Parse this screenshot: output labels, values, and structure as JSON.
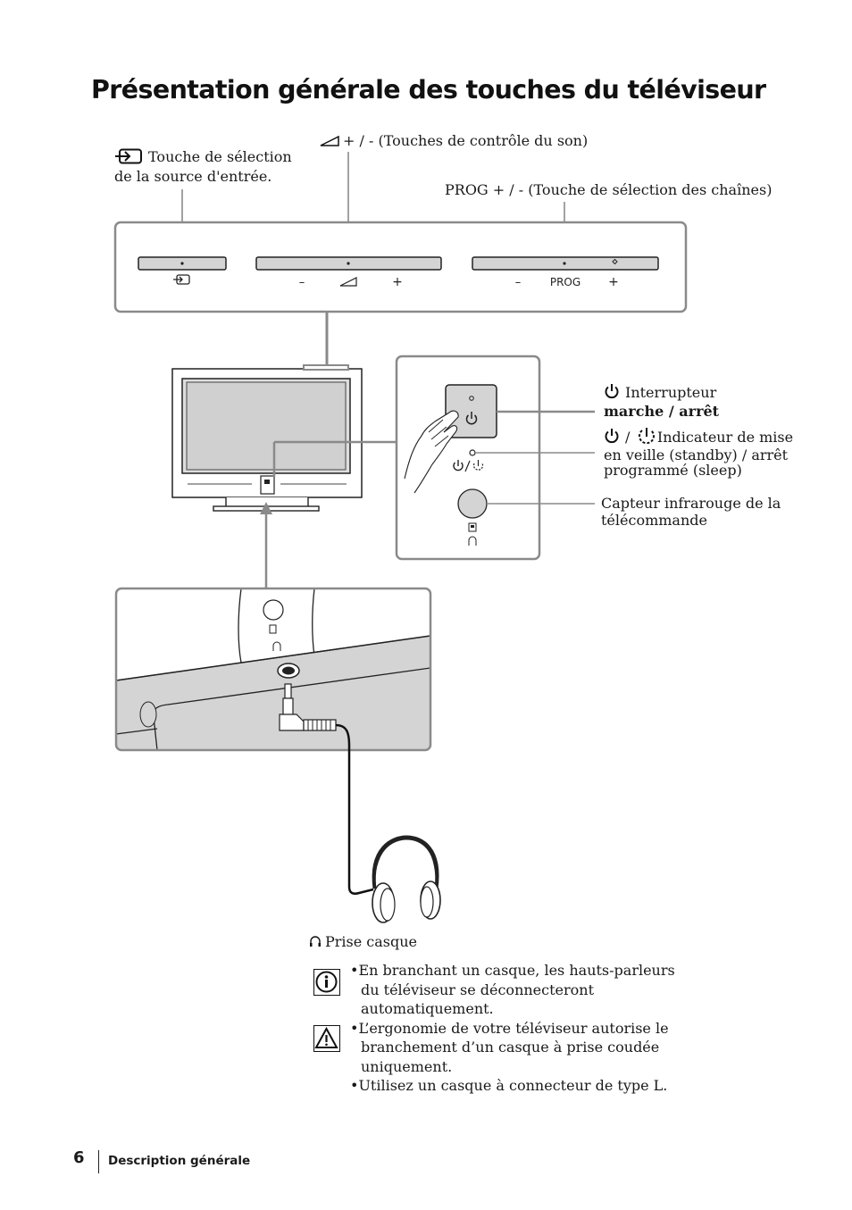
{
  "page": {
    "title": "Présentation générale des touches du téléviseur",
    "number": "6",
    "section": "Description générale"
  },
  "callouts": {
    "input_line1": "Touche de sélection",
    "input_line2": "de la source d'entrée.",
    "volume": "+ / - (Touches de contrôle du son)",
    "prog": "PROG + / - (Touche de sélection des chaînes)",
    "power_line1": "Interrupteur",
    "power_line2": "marche / arrêt",
    "standby_line1": "/      Indicateur de mise",
    "standby_line2": "en veille (standby) / arrêt",
    "standby_line3": "programmé (sleep)",
    "ir_line1": "Capteur infrarouge de la",
    "ir_line2": "télécommande",
    "headphones": "Prise casque"
  },
  "panel": {
    "minus": "–",
    "plus": "+",
    "prog": "PROG"
  },
  "notes": {
    "info": "En branchant un casque, les hauts-parleurs du téléviseur se déconnecteront automatiquement.",
    "warning": "L’ergonomie de votre téléviseur autorise le branchement d’un casque à prise coudée uniquement.",
    "extra": "Utilisez un casque à connecteur de type L."
  },
  "icons": [
    "input-select-icon",
    "volume-icon",
    "power-icon",
    "standby-timer-icon",
    "headphones-icon",
    "info-icon",
    "warning-icon"
  ],
  "colors": {
    "frame": "#8a8a8a",
    "panel": "#d4d4d4",
    "tv_screen": "#d0d0d0",
    "ink": "#1a1a1a"
  }
}
